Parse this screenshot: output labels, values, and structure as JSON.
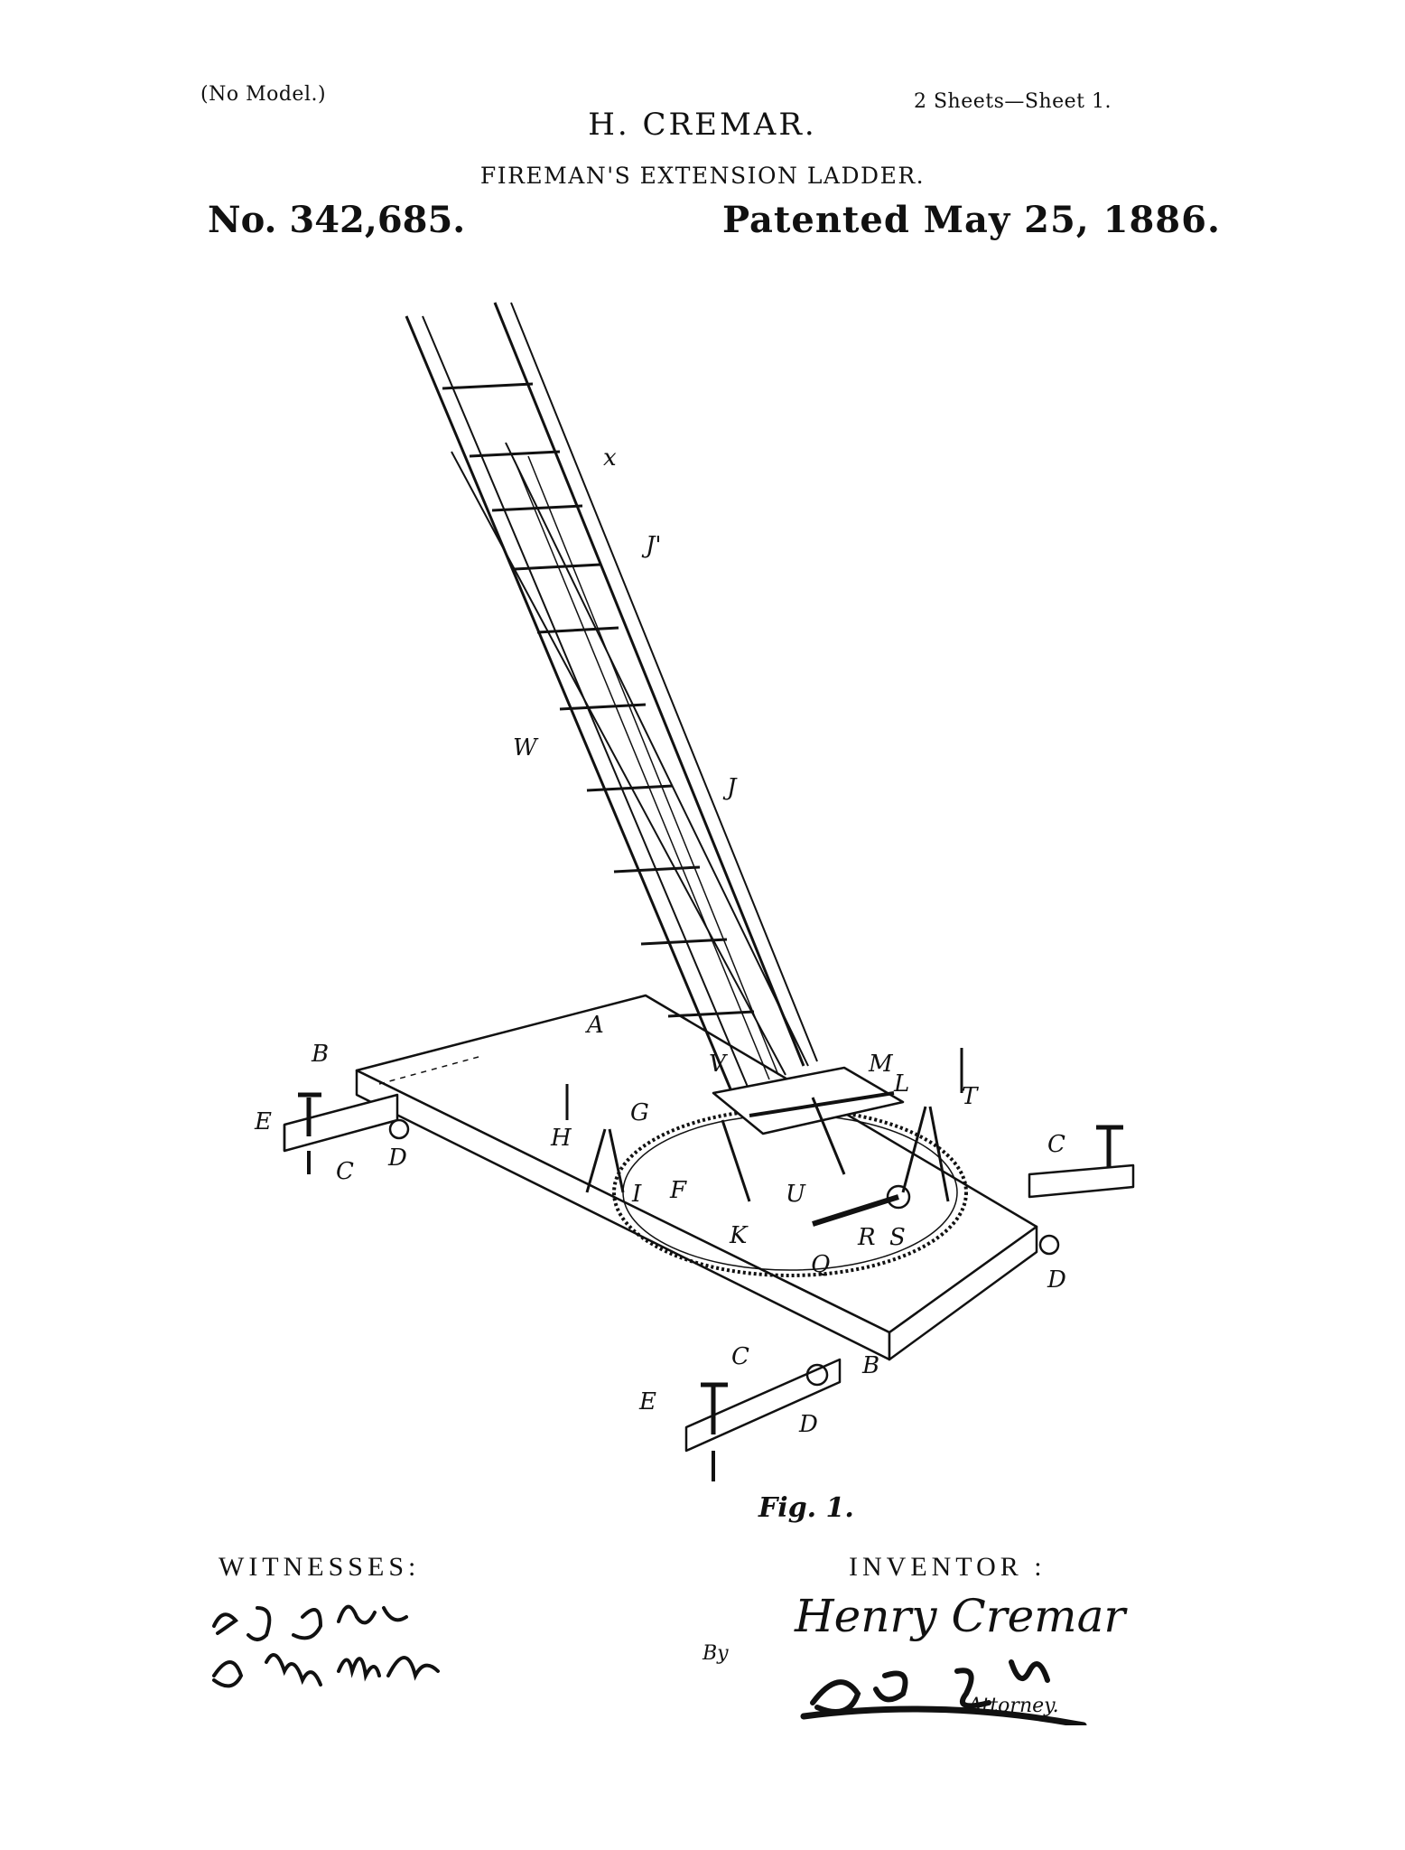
{
  "header": {
    "no_model": "(No Model.)",
    "sheets": "2 Sheets—Sheet 1.",
    "inventor_name": "H. CREMAR.",
    "title": "FIREMAN'S EXTENSION LADDER.",
    "patent_no": "No. 342,685.",
    "patented": "Patented May 25, 1886."
  },
  "drawing": {
    "figure_label": "Fig. 1.",
    "labels": {
      "x": "x",
      "J1": "J'",
      "W": "W",
      "J": "J",
      "A": "A",
      "B1": "B",
      "E1": "E",
      "C1": "C",
      "D1": "D",
      "H": "H",
      "G1": "G",
      "I": "I",
      "F": "F",
      "K": "K",
      "V": "V",
      "M": "M",
      "L": "L",
      "T": "T",
      "U": "U",
      "R": "R",
      "S": "S",
      "Q": "Q",
      "C2": "C",
      "D2": "D",
      "C3": "C",
      "B2": "B",
      "E2": "E",
      "D3": "D"
    }
  },
  "footer": {
    "witnesses_label": "WITNESSES:",
    "inventor_label": "INVENTOR :",
    "inventor_signature": "Henry Cremar",
    "by_label": "By",
    "attorney_label": "Attorney."
  }
}
